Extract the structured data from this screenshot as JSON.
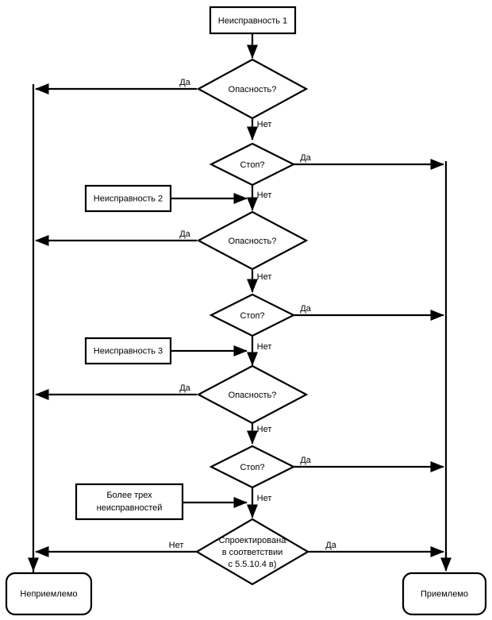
{
  "diagram": {
    "title": "",
    "type": "flowchart",
    "colors": {
      "background": "#ffffff",
      "stroke": "#000000",
      "fill": "#ffffff",
      "text": "#000000"
    },
    "labels": {
      "yes": "Да",
      "no": "Нет"
    },
    "nodes": {
      "fault1": {
        "text": "Неисправность 1",
        "shape": "rect"
      },
      "fault2": {
        "text": "Неисправность 2",
        "shape": "rect"
      },
      "fault3": {
        "text": "Неисправность 3",
        "shape": "rect"
      },
      "more_faults_line1": {
        "text": "Более трех",
        "shape": "rect"
      },
      "more_faults_line2": {
        "text": "неисправностей",
        "shape": "rect"
      },
      "danger1": {
        "text": "Опасность?",
        "shape": "diamond"
      },
      "danger2": {
        "text": "Опасность?",
        "shape": "diamond"
      },
      "danger3": {
        "text": "Опасность?",
        "shape": "diamond"
      },
      "stop1": {
        "text": "Стоп?",
        "shape": "diamond"
      },
      "stop2": {
        "text": "Стоп?",
        "shape": "diamond"
      },
      "stop3": {
        "text": "Стоп?",
        "shape": "diamond"
      },
      "designed_line1": {
        "text": "Спроектирована",
        "shape": "diamond"
      },
      "designed_line2": {
        "text": "в соответствии",
        "shape": "diamond"
      },
      "designed_line3": {
        "text": "с 5.5.10.4 в)",
        "shape": "diamond"
      },
      "unacceptable": {
        "text": "Неприемлемо",
        "shape": "rounded-rect"
      },
      "acceptable": {
        "text": "Приемлемо",
        "shape": "rounded-rect"
      }
    },
    "edge_labels": {
      "danger1_yes": "Да",
      "danger1_no": "Нет",
      "stop1_yes": "Да",
      "stop1_no": "Нет",
      "danger2_yes": "Да",
      "danger2_no": "Нет",
      "stop2_yes": "Да",
      "stop2_no": "Нет",
      "danger3_yes": "Да",
      "danger3_no": "Нет",
      "stop3_yes": "Да",
      "stop3_no": "Нет",
      "designed_no": "Нет",
      "designed_yes": "Да"
    }
  }
}
